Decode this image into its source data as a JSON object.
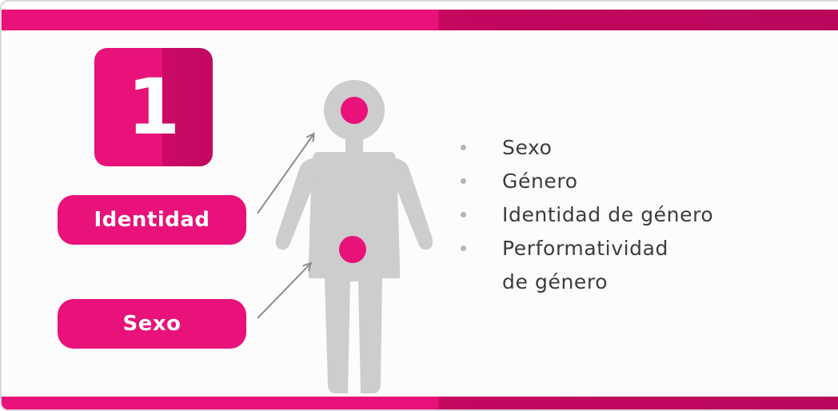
{
  "colors": {
    "magenta": "#e8127a",
    "magenta_dark": "#b9085c",
    "figure_gray": "#cdcdcd",
    "arrow_gray": "#8c8c8c",
    "text_dark": "#3c3c3c",
    "bullet_gray": "#b5b5b5"
  },
  "step_number": "1",
  "labels": {
    "identity": "Identidad",
    "sex": "Sexo"
  },
  "icons": {
    "figure": "human-silhouette-icon",
    "arrows": "arrow-up-right-icon",
    "markers": "circle-marker-icon"
  },
  "concepts": [
    {
      "lines": [
        "Sexo"
      ]
    },
    {
      "lines": [
        "Género"
      ]
    },
    {
      "lines": [
        "Identidad de género"
      ]
    },
    {
      "lines": [
        "Performatividad",
        "de género"
      ]
    }
  ]
}
